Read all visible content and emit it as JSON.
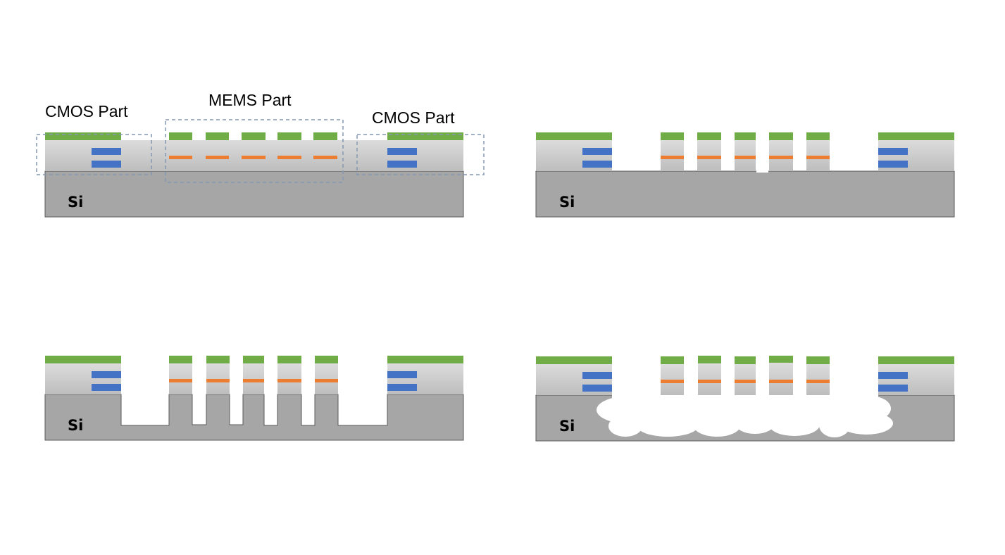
{
  "labels": {
    "cmos_left": "CMOS Part",
    "mems": "MEMS Part",
    "cmos_right": "CMOS Part"
  },
  "substrate_label": "Si",
  "colors": {
    "substrate": "#a6a6a6",
    "dielectric_top": "#d9d9d9",
    "dielectric_bottom": "#bfbfbf",
    "metal_pad": "#70ad47",
    "cmos_metal": "#4472c4",
    "mems_metal": "#ed7d31",
    "outline": "#595959",
    "box_dash": "#8497b0",
    "background": "#ffffff"
  },
  "panels": [
    {
      "name": "step-1-initial-structure"
    },
    {
      "name": "step-2-dielectric-etch"
    },
    {
      "name": "step-3-silicon-deep-etch"
    },
    {
      "name": "step-4-isotropic-release"
    }
  ]
}
